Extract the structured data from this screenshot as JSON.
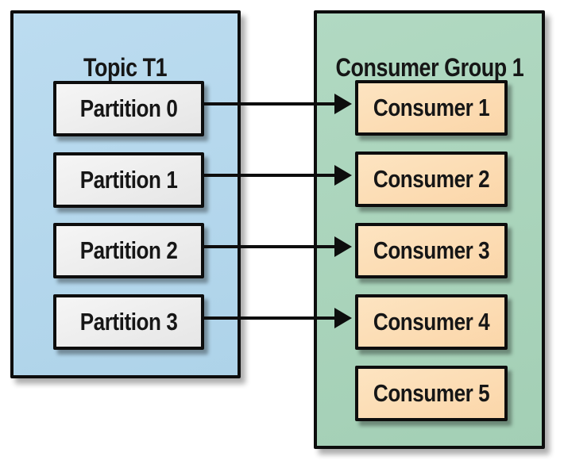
{
  "diagram": {
    "background_color": "#ffffff",
    "border_color": "#0d0d0d",
    "topic": {
      "title": "Topic T1",
      "fill_color": "#b5d8ec",
      "partition_fill_color": "#ececec",
      "partitions": [
        {
          "label": "Partition 0"
        },
        {
          "label": "Partition 1"
        },
        {
          "label": "Partition 2"
        },
        {
          "label": "Partition 3"
        }
      ]
    },
    "consumer_group": {
      "title": "Consumer Group 1",
      "fill_color": "#abd5bc",
      "consumer_fill_color": "#fcdcb4",
      "consumers": [
        {
          "label": "Consumer 1"
        },
        {
          "label": "Consumer 2"
        },
        {
          "label": "Consumer 3"
        },
        {
          "label": "Consumer 4"
        },
        {
          "label": "Consumer 5"
        }
      ]
    },
    "connections": [
      {
        "from": "Partition 0",
        "to": "Consumer 1"
      },
      {
        "from": "Partition 1",
        "to": "Consumer 2"
      },
      {
        "from": "Partition 2",
        "to": "Consumer 3"
      },
      {
        "from": "Partition 3",
        "to": "Consumer 4"
      }
    ]
  }
}
